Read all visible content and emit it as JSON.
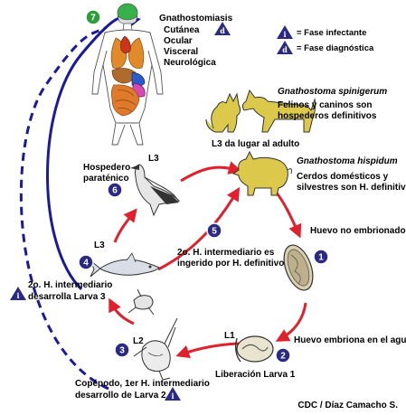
{
  "colors": {
    "red_arrow": "#e0202c",
    "blue_arrow": "#1a1a9e",
    "step_circle": "#2a2a86",
    "step_green": "#2e9e3a",
    "animal_fill": "#dcc84a",
    "human_brain": "#36b24a",
    "human_organs": "#e08a2a",
    "human_blue": "#2a5acc",
    "human_pink": "#d64ab8"
  },
  "legend": {
    "infective_marker": "i",
    "infective_label": "= Fase infectante",
    "diagnostic_marker": "d",
    "diagnostic_label": "= Fase diagnóstica"
  },
  "human": {
    "step": "7",
    "title": "Gnathostomiasis",
    "forms": [
      "Cutánea",
      "Ocular",
      "Visceral",
      "Neurológica"
    ],
    "marker": "d"
  },
  "definitive_hosts": {
    "spinigerum_name": "Gnathostoma spinigerum",
    "spinigerum_text": [
      "Felinos y caninos son",
      "hospederos definitivos"
    ],
    "l3_note": "L3 da lugar al adulto",
    "hispidum_name": "Gnathostoma hispidum",
    "hispidum_text": [
      "Cerdos domésticos y",
      "silvestres son H. definitivos"
    ]
  },
  "stages": {
    "s1": {
      "step": "1",
      "label": "Huevo no embrionado"
    },
    "s2": {
      "step": "2",
      "label": "Huevo embriona en el agua",
      "larva": "L1",
      "release": "Liberación Larva 1"
    },
    "s3": {
      "step": "3",
      "larva": "L2",
      "label_lines": [
        "Copépodo, 1er H. intermediario",
        "desarrollo de Larva 2"
      ],
      "marker": "i"
    },
    "s4": {
      "step": "4",
      "larva": "L3",
      "label_lines": [
        "2o. H. intermediario",
        "desarrolla Larva 3"
      ],
      "marker": "i"
    },
    "s5": {
      "step": "5",
      "label_lines": [
        "2o. H. intermediario es",
        "ingerido por H. definitivo"
      ]
    },
    "s6": {
      "step": "6",
      "larva": "L3",
      "label_lines": [
        "Hospedero",
        "paraténico"
      ]
    }
  },
  "credit": "CDC / Díaz Camacho S."
}
